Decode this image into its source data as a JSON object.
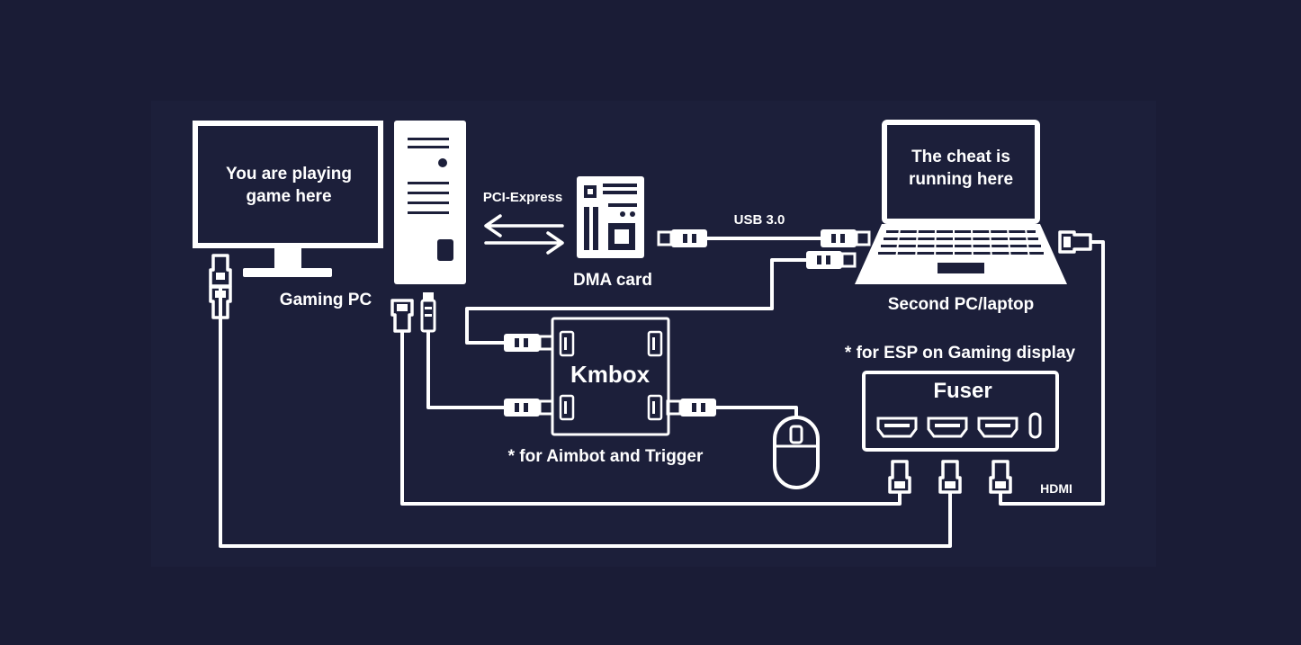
{
  "colors": {
    "background": "#1a1c36",
    "panel": "#1c1f3a",
    "line": "#ffffff",
    "screen": "#1c1f3a"
  },
  "gaming_monitor": {
    "screen_text_1": "You are playing",
    "screen_text_2": "game here",
    "icon": "monitor-icon"
  },
  "gaming_pc": {
    "label": "Gaming PC",
    "icon": "pc-tower-icon"
  },
  "pcie": {
    "label": "PCI-Express",
    "icon": "double-arrow-icon"
  },
  "dma_card": {
    "label": "DMA card",
    "icon": "circuit-board-icon"
  },
  "usb": {
    "label": "USB 3.0",
    "icon": "usb-plug-icon"
  },
  "laptop": {
    "screen_text_1": "The cheat is",
    "screen_text_2": "running here",
    "label": "Second PC/laptop",
    "icon": "laptop-icon"
  },
  "kmbox": {
    "label": "Kmbox",
    "note": "* for Aimbot and Trigger",
    "icon": "kmbox-icon"
  },
  "mouse": {
    "icon": "mouse-icon"
  },
  "fuser": {
    "label": "Fuser",
    "note": "* for ESP on Gaming display",
    "icon": "fuser-box-icon"
  },
  "hdmi": {
    "label": "HDMI",
    "icon": "hdmi-plug-icon"
  }
}
